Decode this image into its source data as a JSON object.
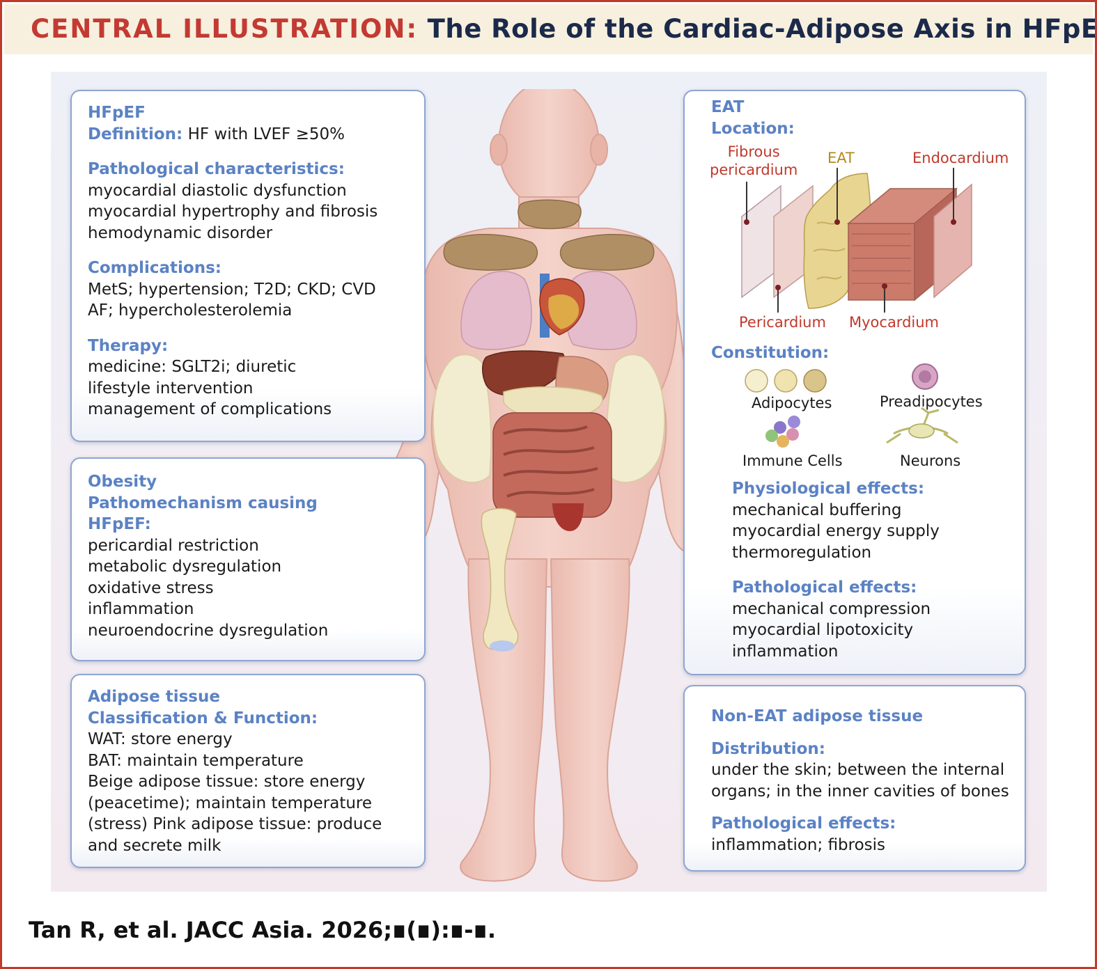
{
  "header": {
    "lead": "CENTRAL ILLUSTRATION:",
    "title": "The Role of the Cardiac-Adipose Axis in HFpEF"
  },
  "hfpef": {
    "heading": "HFpEF",
    "definition_label": "Definition:",
    "definition_text": "HF with LVEF ≥50%",
    "path_heading": "Pathological characteristics:",
    "path_items": [
      "myocardial diastolic dysfunction",
      "myocardial hypertrophy and fibrosis",
      "hemodynamic disorder"
    ],
    "comp_heading": "Complications:",
    "comp_items": [
      "MetS; hypertension; T2D; CKD; CVD",
      "AF; hypercholesterolemia"
    ],
    "therapy_heading": "Therapy:",
    "therapy_items": [
      "medicine: SGLT2i; diuretic",
      "lifestyle intervention",
      "management of complications"
    ]
  },
  "obesity": {
    "heading": "Obesity",
    "sub1": "Pathomechanism causing",
    "sub2": "HFpEF:",
    "items": [
      "pericardial restriction",
      "metabolic dysregulation",
      "oxidative stress",
      "inflammation",
      "neuroendocrine dysregulation"
    ]
  },
  "adipose": {
    "heading": "Adipose tissue",
    "sub": "Classification & Function:",
    "items": [
      "WAT: store energy",
      "BAT: maintain temperature",
      "Beige adipose tissue: store energy",
      "(peacetime); maintain temperature",
      "(stress) Pink adipose tissue: produce",
      "and secrete milk"
    ]
  },
  "eat": {
    "heading": "EAT",
    "location": "Location:",
    "labels": {
      "fibrous_1": "Fibrous",
      "fibrous_2": "pericardium",
      "eat": "EAT",
      "endocardium": "Endocardium",
      "pericardium": "Pericardium",
      "myocardium": "Myocardium"
    },
    "constitution": "Constitution:",
    "cells": {
      "adipocytes": "Adipocytes",
      "preadipocytes": "Preadipocytes",
      "immune": "Immune Cells",
      "neurons": "Neurons"
    },
    "phys_heading": "Physiological effects:",
    "phys_items": [
      "mechanical buffering",
      "myocardial energy supply",
      "thermoregulation"
    ],
    "path_heading": "Pathological effects:",
    "path_items": [
      "mechanical compression",
      "myocardial lipotoxicity",
      "inflammation"
    ]
  },
  "noneat": {
    "heading": "Non-EAT adipose tissue",
    "dist_heading": "Distribution:",
    "dist_items": [
      "under the skin; between the internal",
      "organs; in the inner cavities of bones"
    ],
    "path_heading": "Pathological effects:",
    "path_text": "inflammation; fibrosis"
  },
  "citation": "Tan R, et al. JACC Asia. 2026;∎(∎):∎-∎.",
  "colors": {
    "border": "#c0392b",
    "header_bg": "#f7f0de",
    "heading_blue": "#5b82c4",
    "panel_border": "#8ea5cf",
    "skin": "#f1cdc4",
    "fat": "#e9dfb4"
  }
}
